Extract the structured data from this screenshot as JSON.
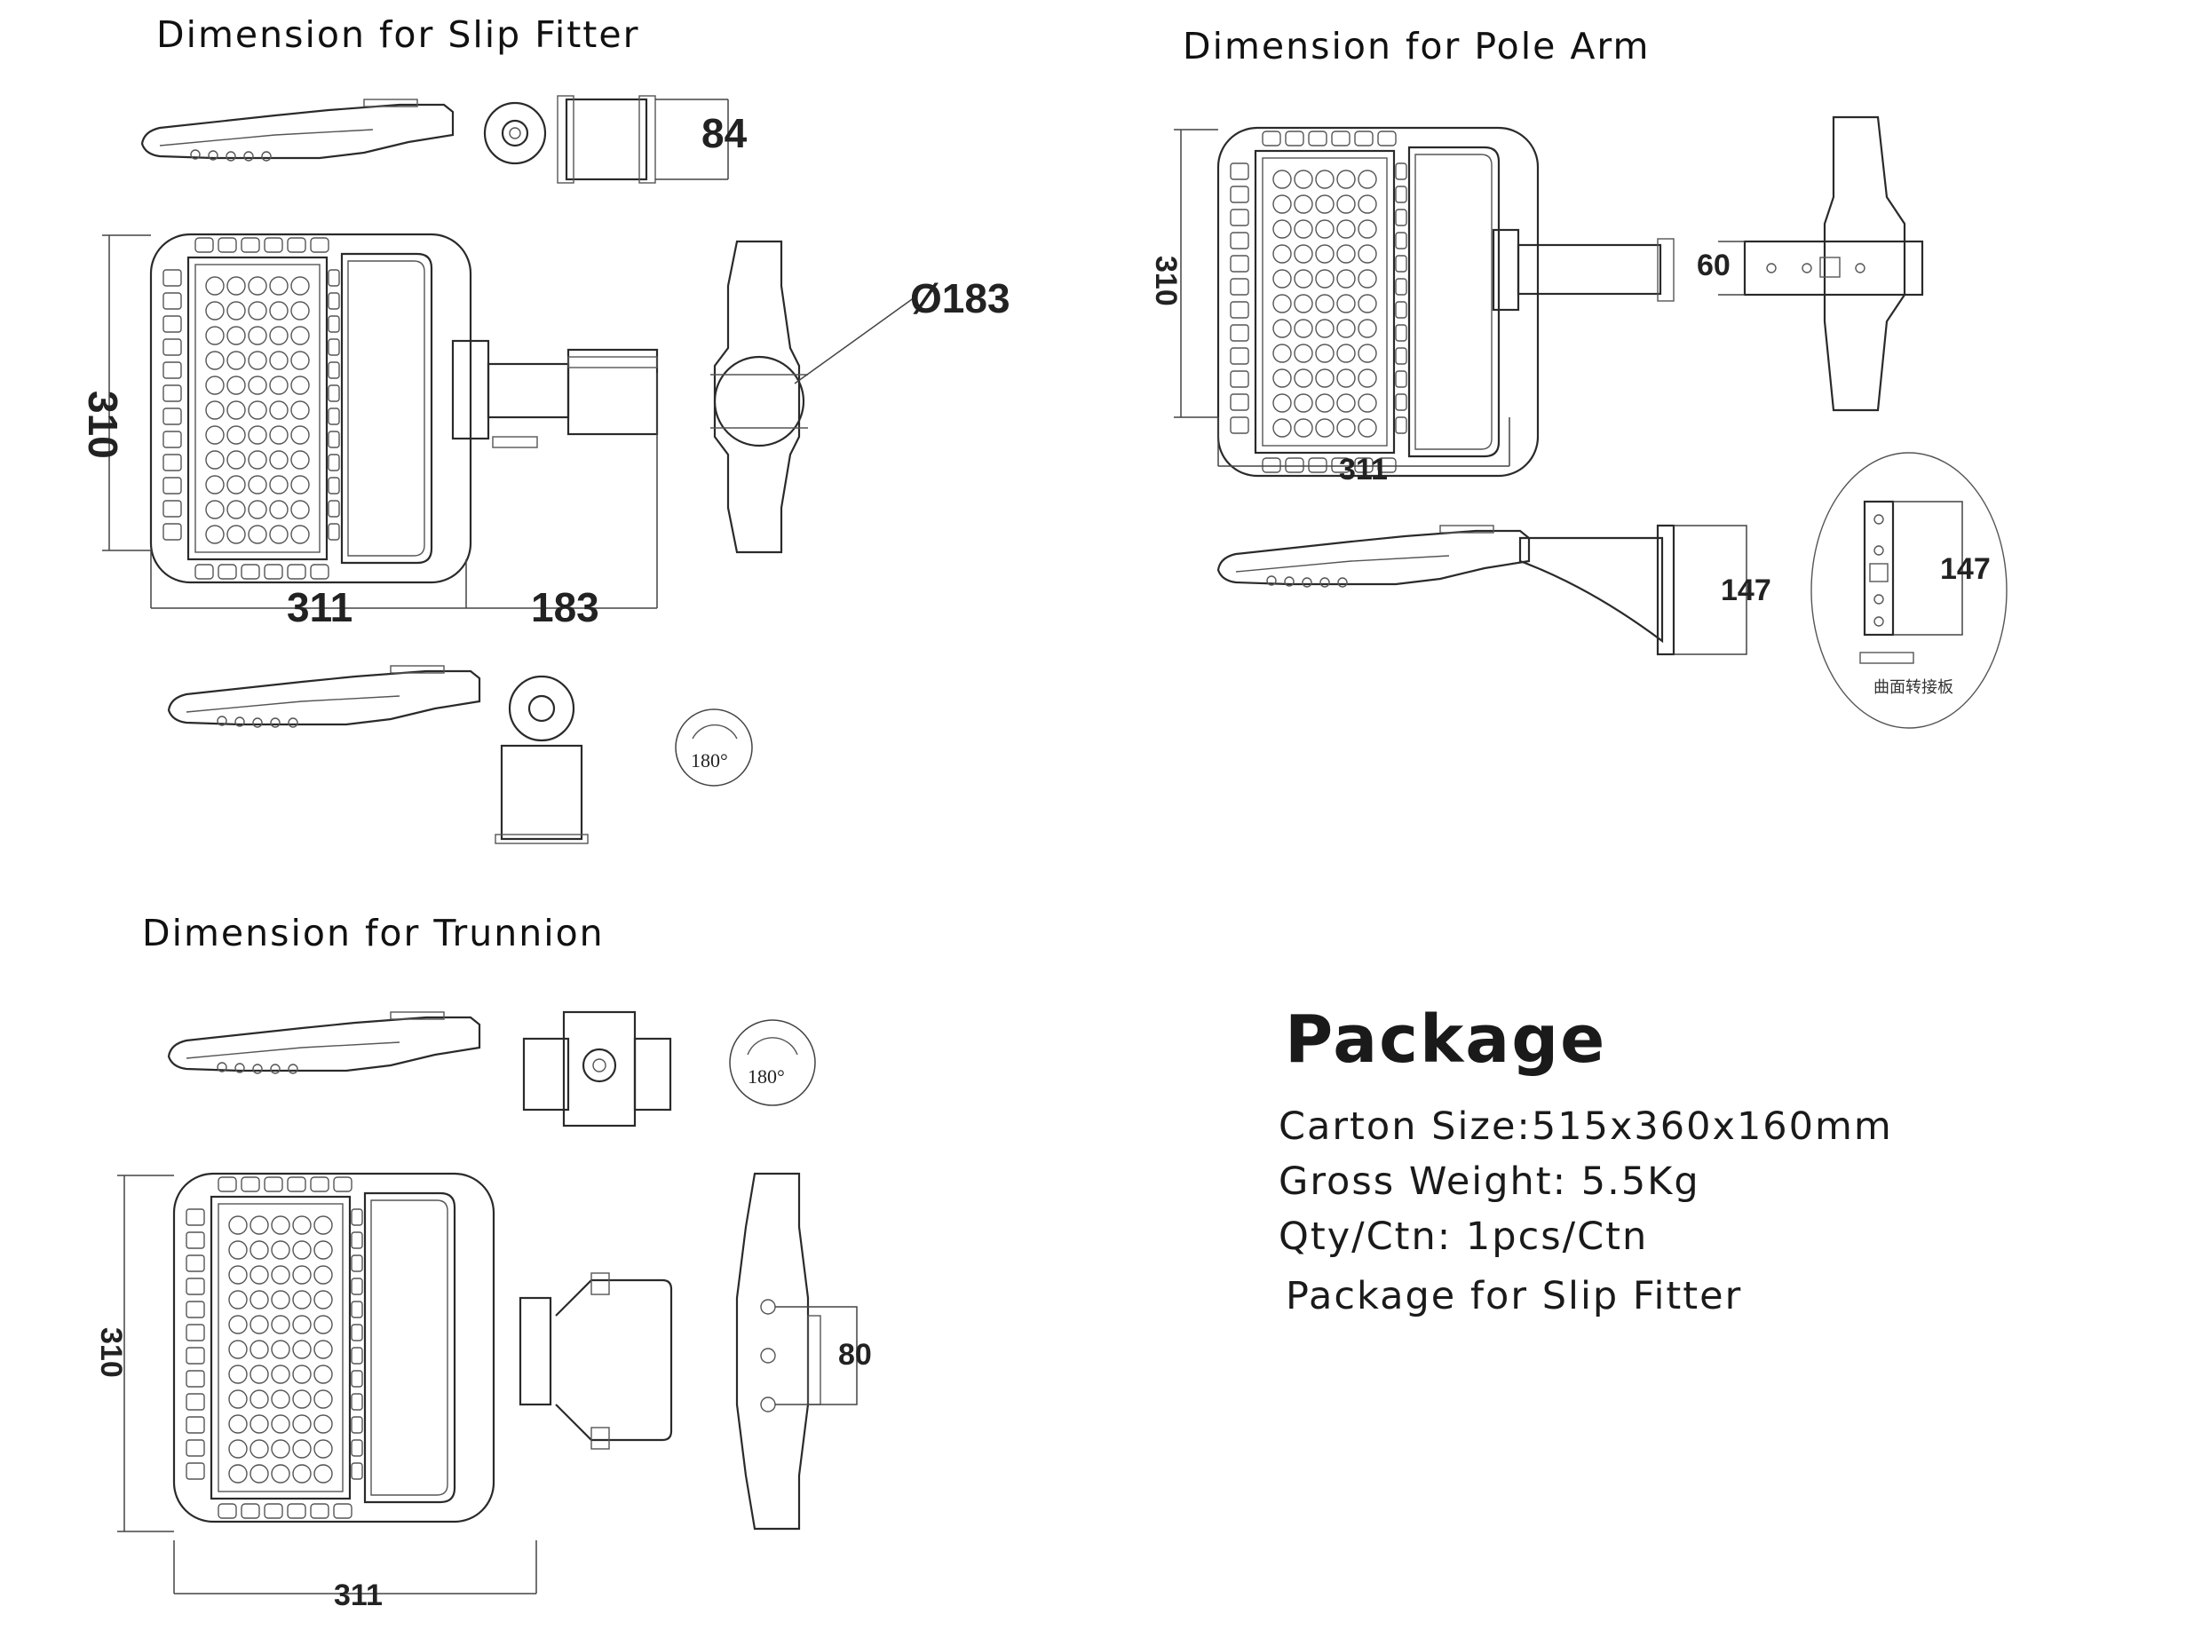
{
  "sections": {
    "slip_fitter": "Dimension for Slip Fitter",
    "pole_arm": "Dimension for Pole Arm",
    "trunnion": "Dimension for Trunnion"
  },
  "slip_fitter_dims": {
    "fitter_height": "84",
    "diameter": "Ø183",
    "width": "310",
    "length": "311",
    "arm_length": "183",
    "rotation": "180°"
  },
  "pole_arm_dims": {
    "width": "310",
    "length": "311",
    "arm_height": "60",
    "bracket_height": "147",
    "plate_height": "147",
    "plate_label": "曲面转接板"
  },
  "trunnion_dims": {
    "rotation": "180°",
    "width": "310",
    "length": "311",
    "bracket": "80"
  },
  "package": {
    "title": "Package",
    "carton_size": "Carton Size:515x360x160mm",
    "gross_weight": "Gross Weight: 5.5Kg",
    "qty": "Qty/Ctn: 1pcs/Ctn",
    "note": "Package for Slip Fitter"
  }
}
